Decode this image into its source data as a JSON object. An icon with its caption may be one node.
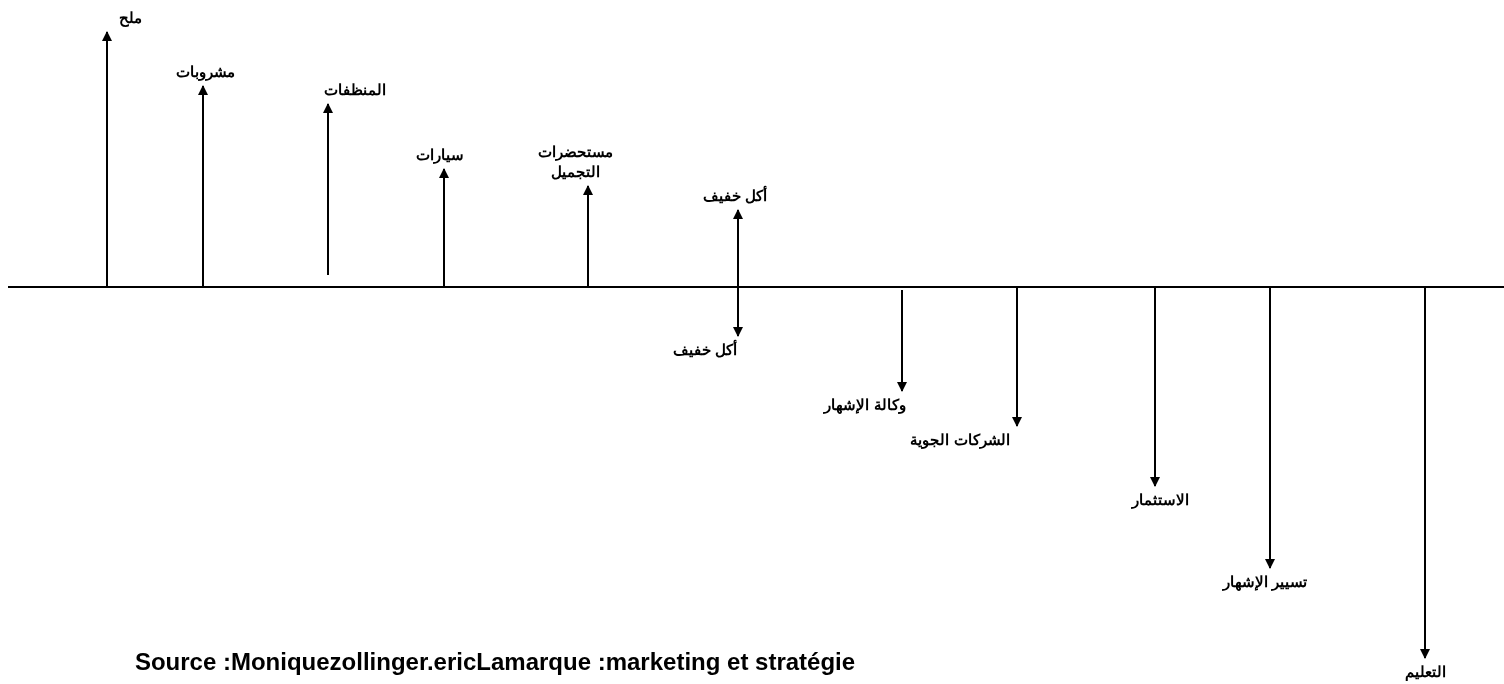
{
  "diagram": {
    "caption": "Source :Moniquezollinger.ericLamarque :marketing et stratégie",
    "nodes": [
      {
        "text": [
          "ملح"
        ]
      },
      {
        "text": [
          "مشروبات"
        ]
      },
      {
        "text": [
          "المنظفات"
        ]
      },
      {
        "text": [
          "سيارات"
        ]
      },
      {
        "text": [
          "مستحضرات التجميل"
        ]
      },
      {
        "text": [
          "أكل خفيف"
        ]
      },
      {
        "text": [
          "أكل خفيف"
        ]
      },
      {
        "text": [
          "وكالة الإشهار"
        ]
      },
      {
        "text": [
          "الشركات الجوية"
        ]
      },
      {
        "text": [
          "الاستثمار"
        ]
      },
      {
        "text": [
          "تسيير الإشهار"
        ]
      },
      {
        "text": [
          "التعليم"
        ]
      }
    ],
    "edges": [
      {
        "from": null,
        "to": 0,
        "arrow": "to"
      },
      {
        "from": null,
        "to": 1,
        "arrow": "to"
      },
      {
        "from": null,
        "to": 2,
        "arrow": "to"
      },
      {
        "from": null,
        "to": 3,
        "arrow": "to"
      },
      {
        "from": null,
        "to": 4,
        "arrow": "to"
      },
      {
        "from": 5,
        "to": 6,
        "arrow": "both"
      },
      {
        "from": null,
        "to": 7,
        "arrow": "to"
      },
      {
        "from": null,
        "to": 8,
        "arrow": "to"
      },
      {
        "from": null,
        "to": 9,
        "arrow": "to"
      },
      {
        "from": null,
        "to": 10,
        "arrow": "to"
      },
      {
        "from": null,
        "to": 11,
        "arrow": "to"
      }
    ]
  }
}
